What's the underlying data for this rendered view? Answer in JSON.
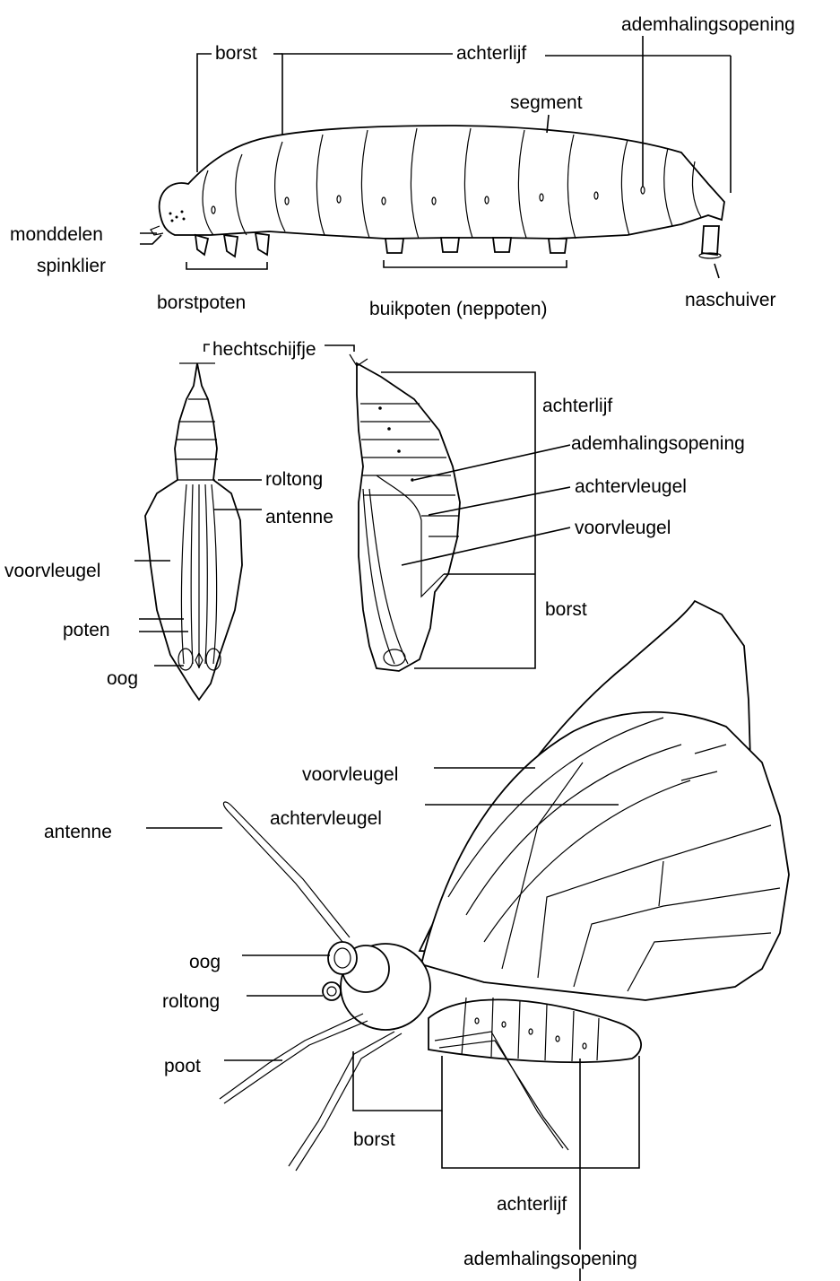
{
  "caterpillar": {
    "labels": {
      "borst": "borst",
      "achterlijf": "achterlijf",
      "ademhalingsopening": "ademhalingsopening",
      "segment": "segment",
      "monddelen": "monddelen",
      "spinklier": "spinklier",
      "borstpoten": "borstpoten",
      "buikpoten": "buikpoten (neppoten)",
      "naschuiver": "naschuiver"
    }
  },
  "pupa": {
    "labels": {
      "hechtschijfje": "hechtschijfje",
      "roltong": "roltong",
      "antenne": "antenne",
      "voorvleugel_front": "voorvleugel",
      "poten": "poten",
      "oog": "oog",
      "achterlijf": "achterlijf",
      "ademhalingsopening": "ademhalingsopening",
      "achtervleugel": "achtervleugel",
      "voorvleugel_side": "voorvleugel",
      "borst": "borst"
    }
  },
  "butterfly": {
    "labels": {
      "voorvleugel": "voorvleugel",
      "achtervleugel": "achtervleugel",
      "antenne": "antenne",
      "oog": "oog",
      "roltong": "roltong",
      "poot": "poot",
      "borst": "borst",
      "achterlijf": "achterlijf",
      "ademhalingsopening": "ademhalingsopening"
    }
  }
}
